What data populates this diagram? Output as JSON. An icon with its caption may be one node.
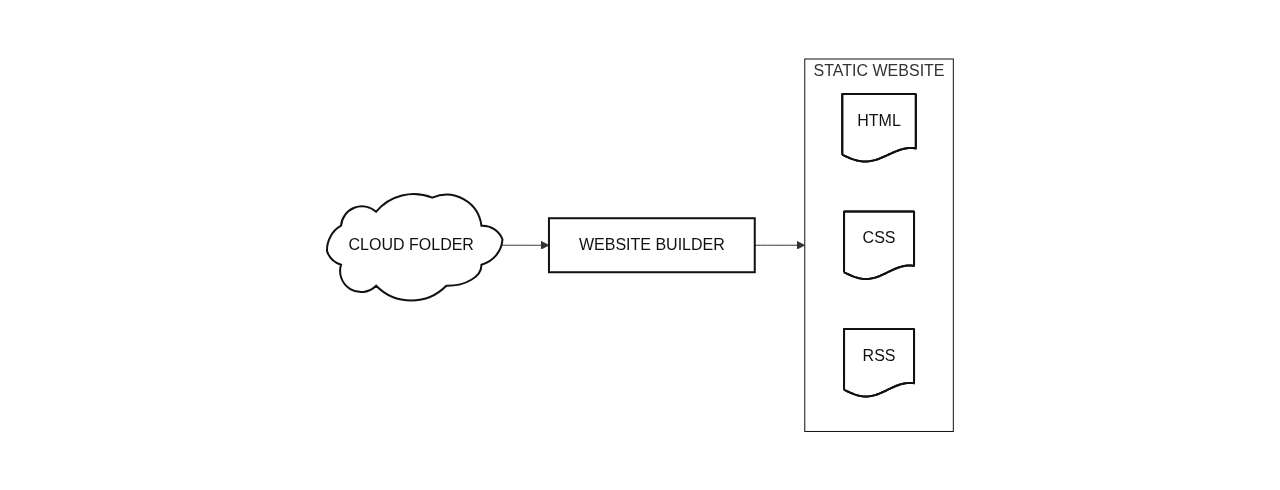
{
  "diagram": {
    "nodes": [
      {
        "text": [
          "CLOUD FOLDER"
        ]
      },
      {
        "text": [
          "WEBSITE BUILDER"
        ]
      },
      {
        "text": [
          "STATIC WEBSITE"
        ]
      },
      {
        "text": [
          "HTML"
        ],
        "in": 2
      },
      {
        "text": [
          "CSS"
        ],
        "in": 2
      },
      {
        "text": [
          "RSS"
        ],
        "in": 2
      }
    ],
    "edges": [
      {
        "from": 0,
        "to": 1,
        "arrow": "to"
      },
      {
        "from": 1,
        "to": 2,
        "arrow": "to"
      }
    ]
  }
}
